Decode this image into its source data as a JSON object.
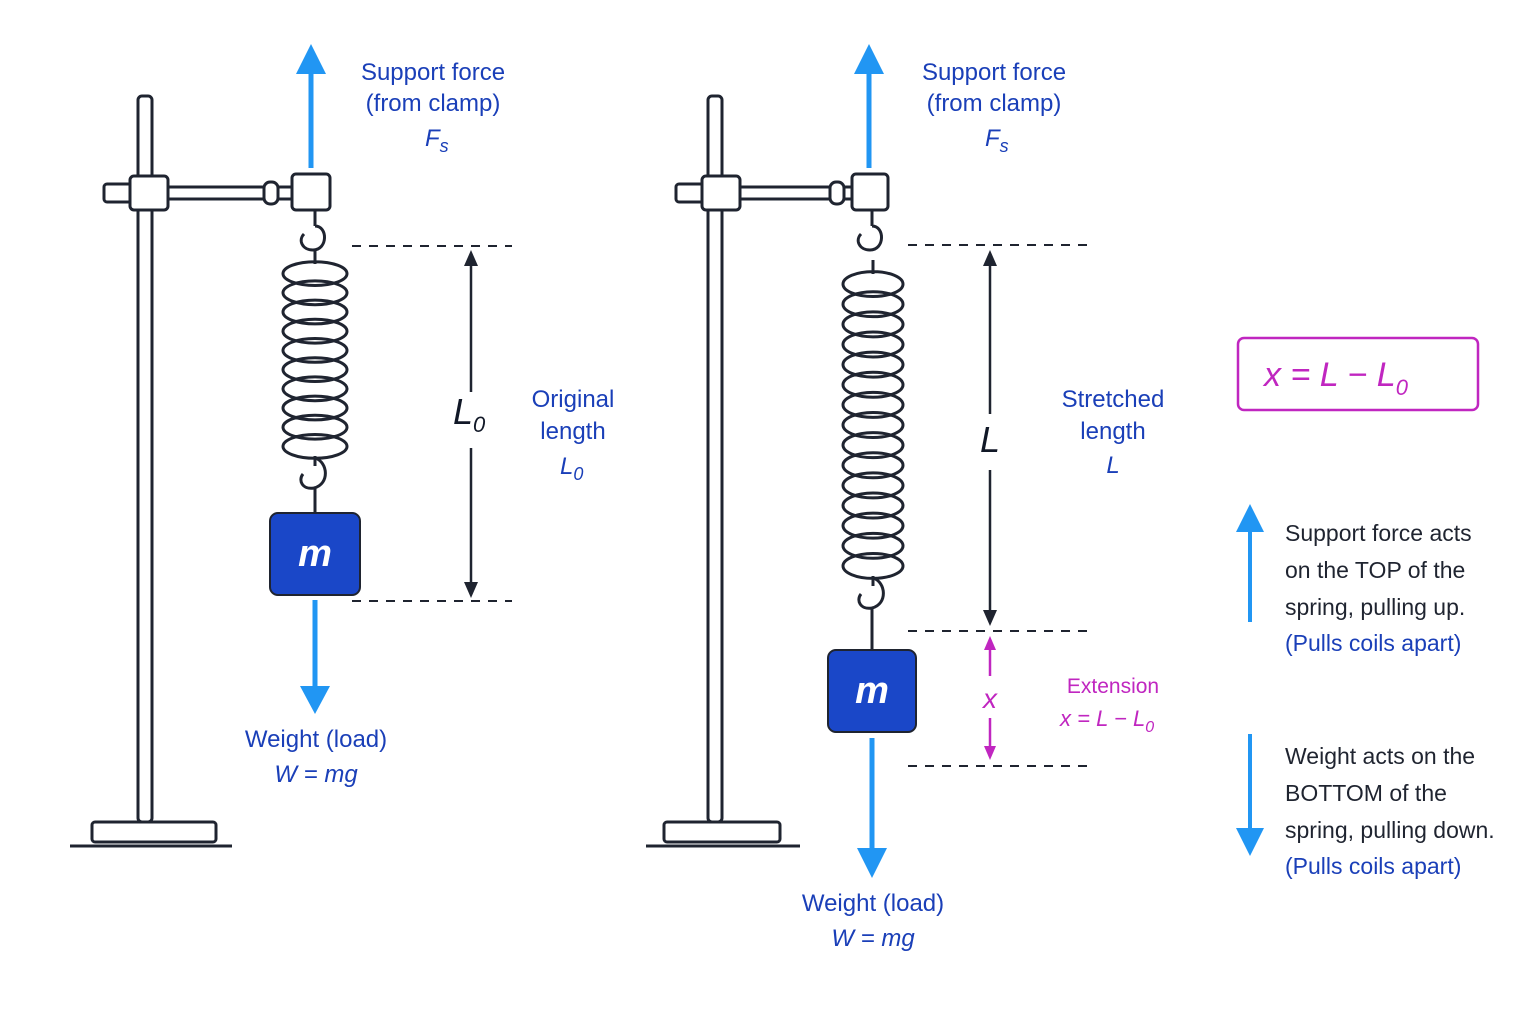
{
  "left_setup": {
    "support_label": [
      "Support force",
      "(from clamp)"
    ],
    "support_symbol": "F",
    "support_symbol_sub": "s",
    "mass_label": "m",
    "length_symbol": "L",
    "length_symbol_sub": "0",
    "length_label": [
      "Original",
      "length"
    ],
    "length_label_symbol": "L",
    "length_label_symbol_sub": "0",
    "weight_label": "Weight (load)",
    "weight_formula": "W = mg"
  },
  "right_setup": {
    "support_label": [
      "Support force",
      "(from clamp)"
    ],
    "support_symbol": "F",
    "support_symbol_sub": "s",
    "mass_label": "m",
    "length_symbol": "L",
    "length_label": [
      "Stretched",
      "length"
    ],
    "length_label_symbol": "L",
    "extension_symbol": "x",
    "extension_label": "Extension",
    "extension_formula": "x = L − L",
    "extension_formula_sub": "0",
    "weight_label": "Weight (load)",
    "weight_formula": "W = mg"
  },
  "formula_box": {
    "text": "x = L − L",
    "sub": "0"
  },
  "notes": {
    "support": {
      "lines": [
        "Support force acts",
        "on the TOP of the",
        "spring, pulling up."
      ],
      "aside": "(Pulls coils apart)"
    },
    "weight": {
      "lines": [
        "Weight acts on the",
        "BOTTOM of the",
        "spring, pulling down."
      ],
      "aside": "(Pulls coils apart)"
    }
  },
  "colors": {
    "force_arrow": "#2196f3",
    "mass_block": "#1a47c8",
    "label_blue": "#1a3fb8",
    "extension_magenta": "#c026c0",
    "line_dark": "#1f2430"
  }
}
